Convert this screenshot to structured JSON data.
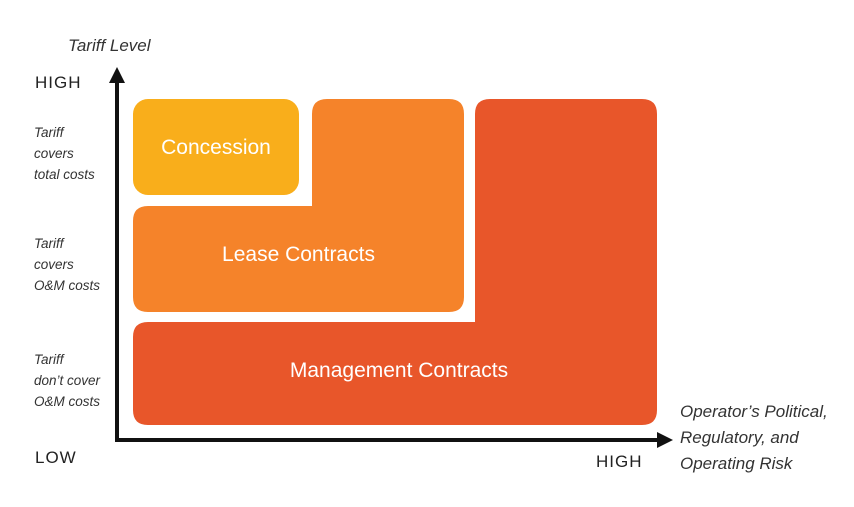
{
  "y_axis": {
    "title": "Tariff Level",
    "high_label": "HIGH",
    "low_label": "LOW",
    "categories": [
      "Tariff\ncovers\ntotal costs",
      "Tariff\ncovers\nO&M costs",
      "Tariff\ndon’t cover\nO&M costs"
    ]
  },
  "x_axis": {
    "high_label": "HIGH",
    "title": "Operator’s Political,\nRegulatory, and\nOperating Risk"
  },
  "blocks": {
    "concession": {
      "label": "Concession",
      "color": "#F9AE1B"
    },
    "lease": {
      "label": "Lease Contracts",
      "color": "#F5832A"
    },
    "management": {
      "label": "Management Contracts",
      "color": "#E8562A"
    }
  },
  "colors": {
    "axis": "#111111"
  }
}
